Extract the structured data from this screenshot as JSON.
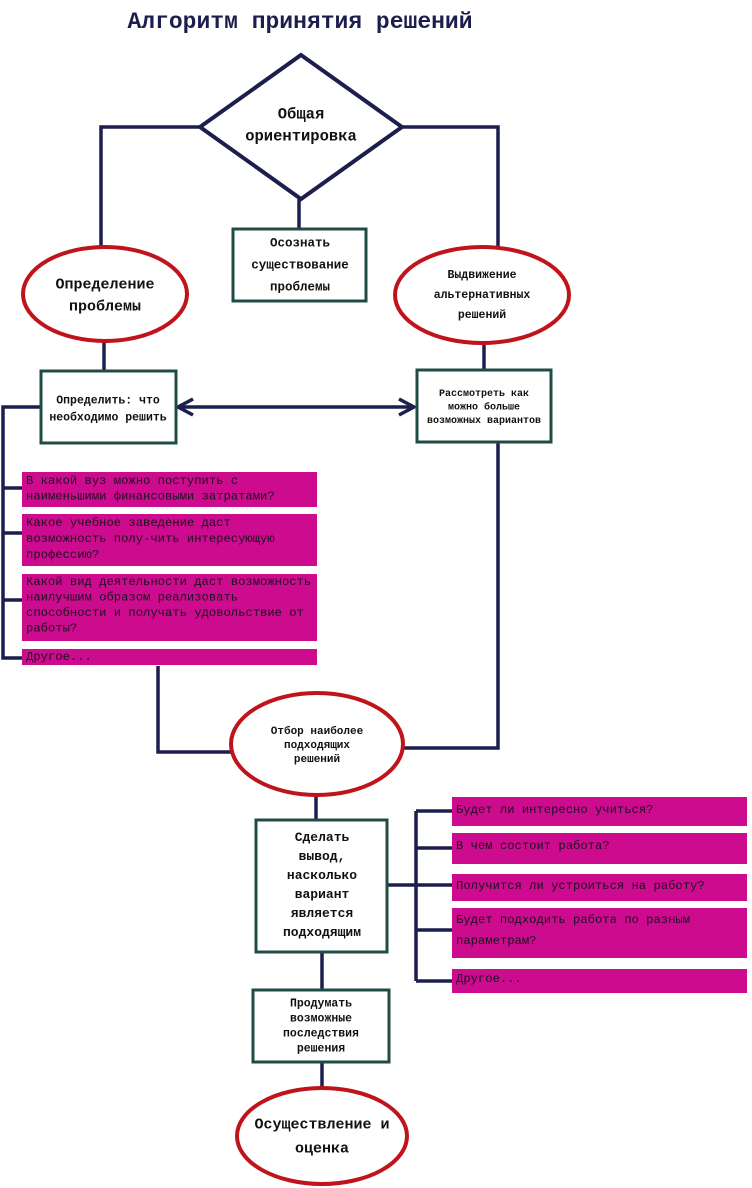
{
  "title": "Алгоритм принятия решений",
  "nodes": {
    "orientation": "Общая ориентировка",
    "awareness": "Осознать существование проблемы",
    "problem_definition": "Определение проблемы",
    "alternatives": "Выдвижение альтернативных решений",
    "define_need": "Определить: что необходимо решить",
    "consider_options": "Рассмотреть как можно больше возможных вариантов",
    "selection": "Отбор наиболее подходящих решений",
    "conclusion": "Сделать вывод, насколько вариант является подходящим",
    "consequences": "Продумать возможные последствия решения",
    "implementation": "Осуществление и оценка"
  },
  "left_questions": [
    "В какой вуз можно поступить с наименьшими финансовыми затратами?",
    "Какое учебное заведение даст возможность полу-чить интересующую профессию?",
    "Какой вид деятельности даст возможность наилучшим образом реализовать способности и получать удовольствие от работы?",
    "Другое..."
  ],
  "right_questions": [
    "Будет ли интересно учиться?",
    "В чем состоит работа?",
    "Получится ли устроиться на работу?",
    "Будет подходить работа по разным параметрам?",
    "Другое..."
  ],
  "colors": {
    "line": "#1c1e4d",
    "rect_border": "#214c46",
    "ellipse_border": "#c0141c",
    "question_fill": "#cc0b8e"
  }
}
